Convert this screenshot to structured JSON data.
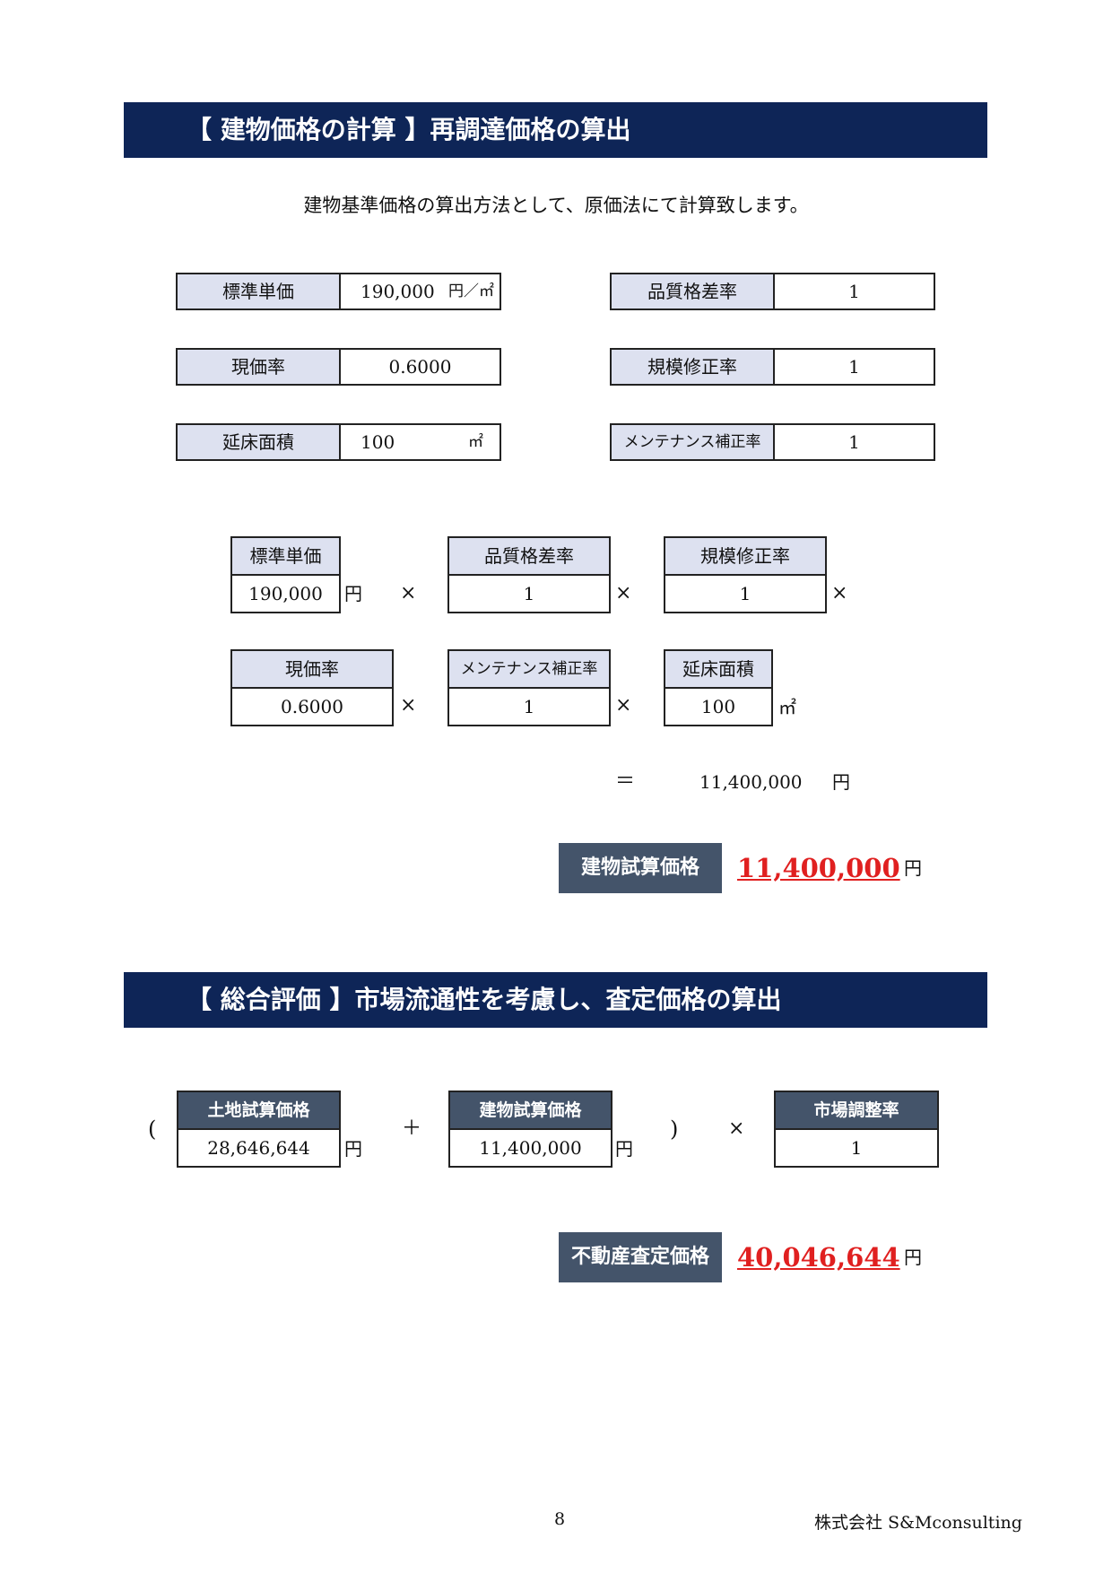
{
  "section1": {
    "title": "【 建物価格の計算 】再調達価格の算出",
    "intro": "建物基準価格の算出方法として、原価法にて計算致します。"
  },
  "params": {
    "std_unit_price": {
      "label": "標準単価",
      "value": "190,000",
      "unit": "円／㎡"
    },
    "current_rate": {
      "label": "現価率",
      "value": "0.6000"
    },
    "floor_area": {
      "label": "延床面積",
      "value": "100",
      "unit": "㎡"
    },
    "quality_rate": {
      "label": "品質格差率",
      "value": "1"
    },
    "scale_rate": {
      "label": "規模修正率",
      "value": "1"
    },
    "maintenance_rate": {
      "label": "メンテナンス補正率",
      "value": "1"
    }
  },
  "formula": {
    "std_unit_price": {
      "label": "標準単価",
      "value": "190,000"
    },
    "quality_rate": {
      "label": "品質格差率",
      "value": "1"
    },
    "scale_rate": {
      "label": "規模修正率",
      "value": "1"
    },
    "current_rate": {
      "label": "現価率",
      "value": "0.6000"
    },
    "maintenance_rate": {
      "label": "メンテナンス補正率",
      "value": "1"
    },
    "floor_area": {
      "label": "延床面積",
      "value": "100"
    },
    "times": "×",
    "equals": "＝",
    "yen": "円",
    "sqm": "㎡",
    "result": "11,400,000"
  },
  "building_result": {
    "label": "建物試算価格",
    "value": "11,400,000",
    "unit": "円"
  },
  "section2": {
    "title": "【 総合評価 】市場流通性を考慮し、査定価格の算出"
  },
  "formula2": {
    "open_paren": "(",
    "close_paren": ")",
    "plus": "＋",
    "times": "×",
    "yen": "円",
    "land_price": {
      "label": "土地試算価格",
      "value": "28,646,644"
    },
    "building_price": {
      "label": "建物試算価格",
      "value": "11,400,000"
    },
    "market_rate": {
      "label": "市場調整率",
      "value": "1"
    }
  },
  "final_result": {
    "label": "不動産査定価格",
    "value": "40,046,644",
    "unit": "円"
  },
  "footer": {
    "page": "8",
    "company": "株式会社 S&Mconsulting"
  }
}
